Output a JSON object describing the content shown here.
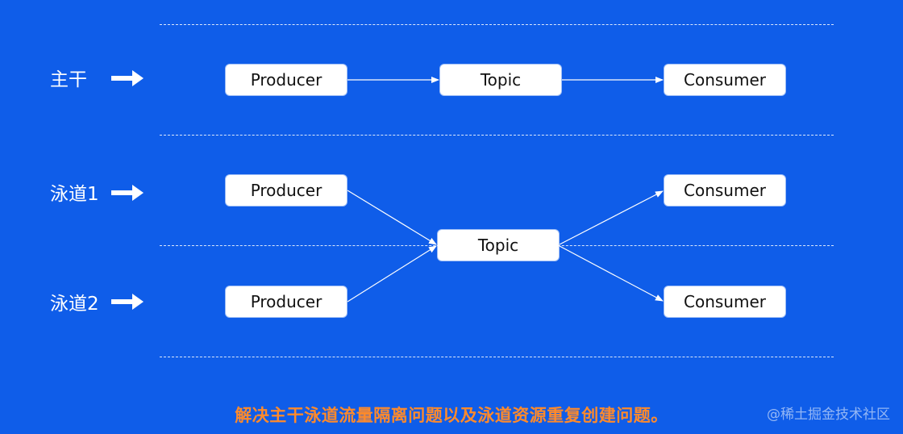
{
  "lanes": {
    "trunk": {
      "label": "主干"
    },
    "lane1": {
      "label": "泳道1"
    },
    "lane2": {
      "label": "泳道2"
    }
  },
  "nodes": {
    "trunk_producer": "Producer",
    "trunk_topic": "Topic",
    "trunk_consumer": "Consumer",
    "lane1_producer": "Producer",
    "lane1_consumer": "Consumer",
    "shared_topic": "Topic",
    "lane2_producer": "Producer",
    "lane2_consumer": "Consumer"
  },
  "caption": "解决主干泳道流量隔离问题以及泳道资源重复创建问题。",
  "watermark": "@稀土掘金技术社区",
  "colors": {
    "background": "#0f5de9",
    "node_fill": "#ffffff",
    "caption": "#ff8a2b"
  }
}
